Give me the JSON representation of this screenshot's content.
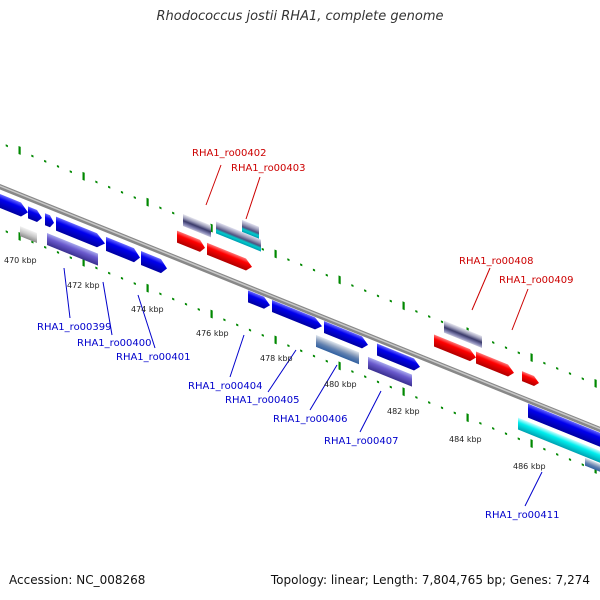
{
  "title": "Rhodococcus jostii RHA1, complete genome",
  "footer": {
    "accession": "Accession: NC_008268",
    "topology": "Topology: linear; Length: 7,804,765 bp; Genes: 7,274"
  },
  "kbp_labels": [
    "470 kbp",
    "472 kbp",
    "474 kbp",
    "476 kbp",
    "478 kbp",
    "480 kbp",
    "482 kbp",
    "484 kbp",
    "486 kbp"
  ],
  "gene_labels_top": [
    "RHA1_ro00402",
    "RHA1_ro00403",
    "RHA1_ro00408",
    "RHA1_ro00409"
  ],
  "gene_labels_bottom": [
    "RHA1_ro00399",
    "RHA1_ro00400",
    "RHA1_ro00401",
    "RHA1_ro00404",
    "RHA1_ro00405",
    "RHA1_ro00406",
    "RHA1_ro00407",
    "RHA1_ro00411"
  ],
  "colors": {
    "forward_gene": "#0000ee",
    "rna_gene": "#ff0000",
    "label_top": "#cc0000",
    "label_bottom": "#0000cc",
    "tick": "#008800",
    "backbone": "#888888"
  }
}
